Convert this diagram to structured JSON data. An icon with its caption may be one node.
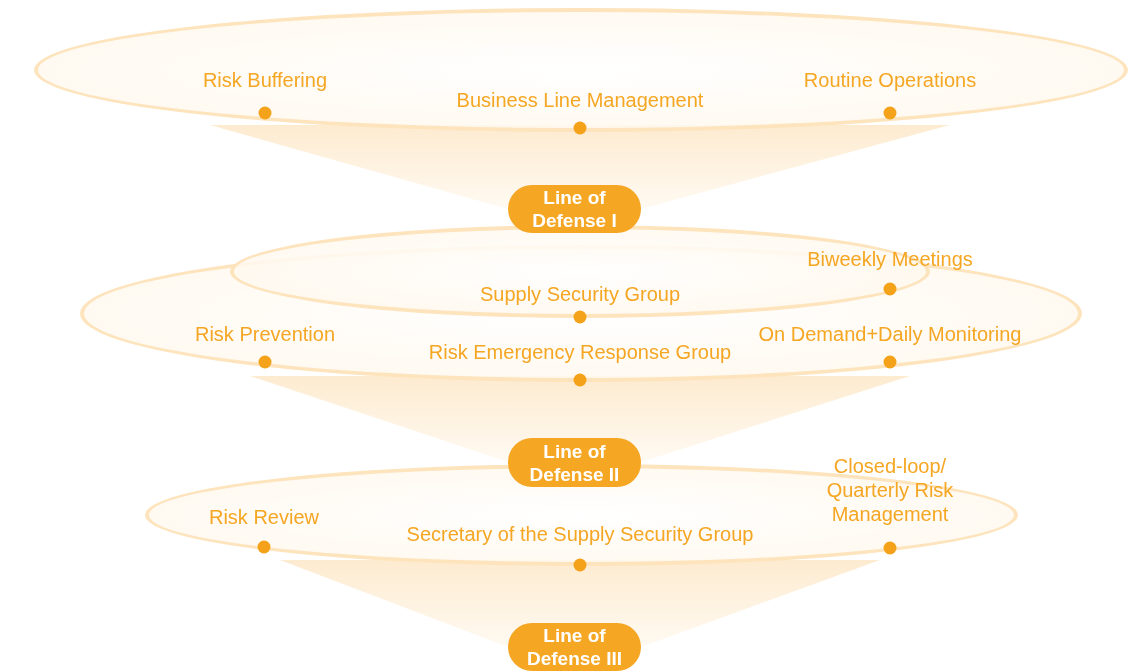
{
  "diagram": {
    "nodes": [
      {
        "text": [
          "Risk Buffering",
          "Business Line Management",
          "Routine Operations"
        ]
      },
      {
        "text": [
          "Line of Defense I"
        ]
      },
      {
        "text": [
          "Risk Prevention",
          "Risk Emergency Response Group",
          "On Demand+Daily Monitoring"
        ]
      },
      {
        "text": [
          "Supply Security Group",
          "Biweekly Meetings"
        ]
      },
      {
        "text": [
          "Line of Defense II"
        ]
      },
      {
        "text": [
          "Risk Review",
          "Secretary of the Supply Security Group",
          "Closed-loop/ Quarterly Risk Management"
        ]
      },
      {
        "text": [
          "Line of Defense III"
        ]
      }
    ]
  }
}
